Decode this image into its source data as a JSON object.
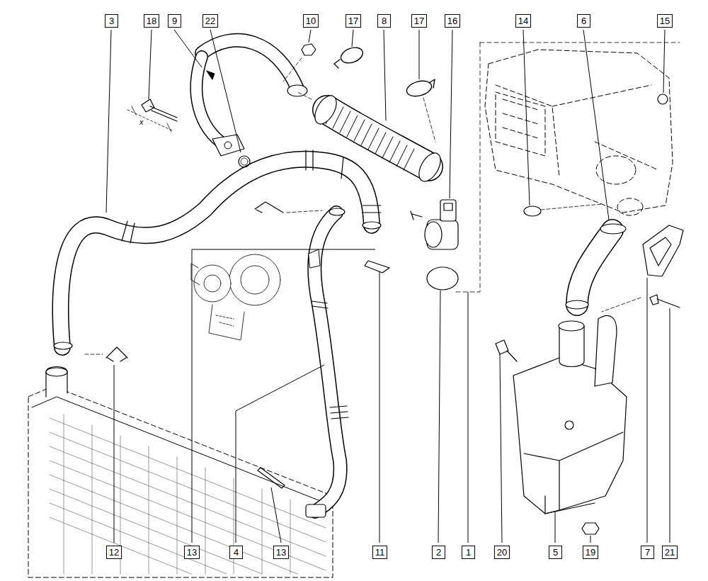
{
  "diagram": {
    "nodes": [
      {
        "text": [
          "3"
        ]
      },
      {
        "text": [
          "18"
        ]
      },
      {
        "text": [
          "9"
        ]
      },
      {
        "text": [
          "22"
        ]
      },
      {
        "text": [
          "10"
        ]
      },
      {
        "text": [
          "17"
        ]
      },
      {
        "text": [
          "8"
        ]
      },
      {
        "text": [
          "17"
        ]
      },
      {
        "text": [
          "16"
        ]
      },
      {
        "text": [
          "14"
        ]
      },
      {
        "text": [
          "6"
        ]
      },
      {
        "text": [
          "15"
        ]
      },
      {
        "text": [
          "12"
        ]
      },
      {
        "text": [
          "13"
        ]
      },
      {
        "text": [
          "4"
        ]
      },
      {
        "text": [
          "13"
        ]
      },
      {
        "text": [
          "11"
        ]
      },
      {
        "text": [
          "2"
        ]
      },
      {
        "text": [
          "1"
        ]
      },
      {
        "text": [
          "20"
        ]
      },
      {
        "text": [
          "5"
        ]
      },
      {
        "text": [
          "19"
        ]
      },
      {
        "text": [
          "7"
        ]
      },
      {
        "text": [
          "21"
        ]
      }
    ],
    "labels": [
      "x"
    ]
  }
}
